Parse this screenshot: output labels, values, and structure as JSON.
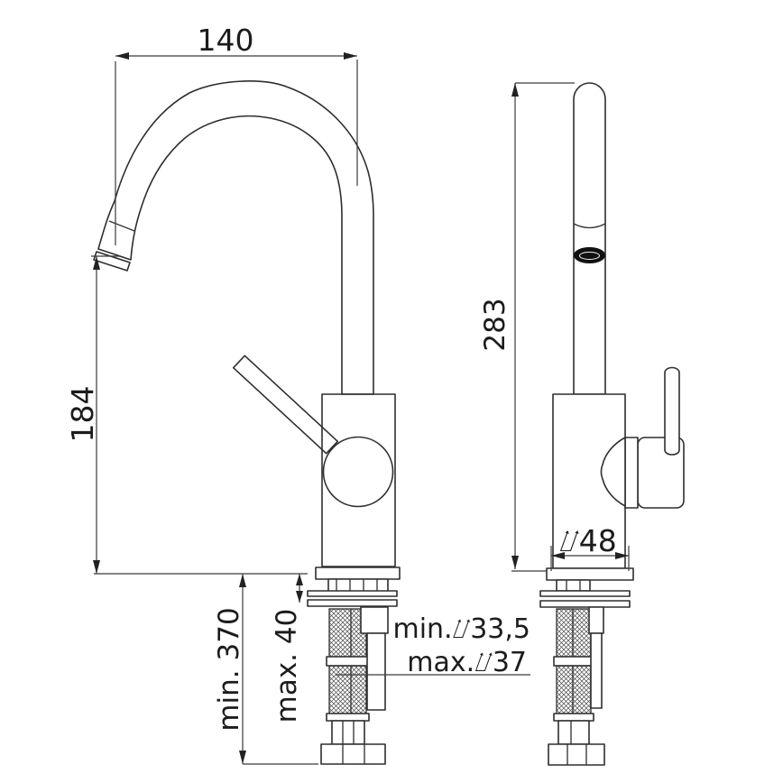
{
  "drawing": {
    "type": "technical-dimension-drawing",
    "subject": "single-lever basin mixer faucet, front and side views with mounting hardware",
    "views": [
      {
        "id": "front-view",
        "description": "front elevation with gooseneck spout and side lever"
      },
      {
        "id": "side-view",
        "description": "side elevation with handle boss and lever"
      }
    ],
    "colors": {
      "background": "#ffffff",
      "object_line": "#2e2e2e",
      "dimension_line": "#3a3a3a",
      "text": "#1c1c1c",
      "aerator_fill": "#111111"
    },
    "labels": {
      "spout_reach": "140",
      "spout_outlet_height": "184",
      "overall_height": "283",
      "hose_min_length": "min. 370",
      "deck_max_thickness": "max. 40",
      "hole_diameter_min": "min.⌰33,5",
      "hole_diameter_max": "max.⌰37",
      "body_diameter": "⌰48"
    }
  }
}
